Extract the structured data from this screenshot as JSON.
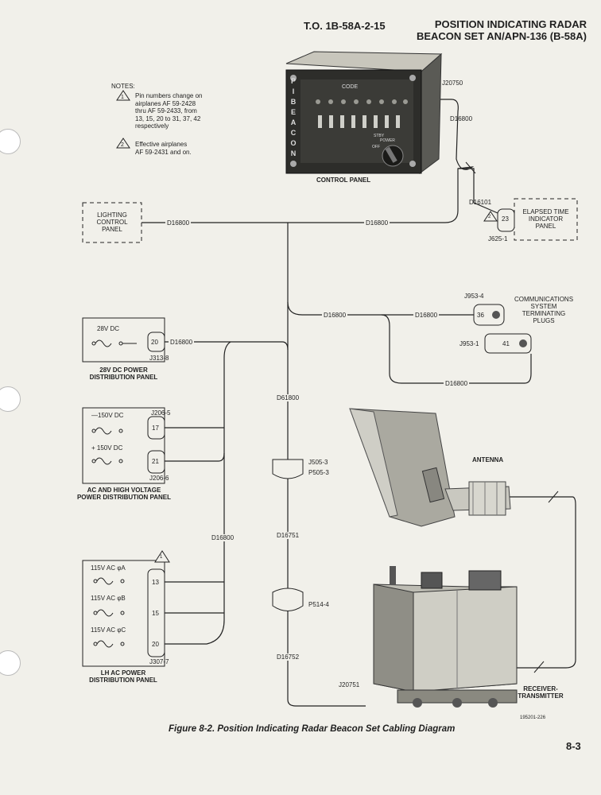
{
  "header": {
    "to_number": "T.O. 1B-58A-2-15",
    "title_line1": "POSITION INDICATING RADAR",
    "title_line2": "BEACON SET AN/APN-136 (B-58A)"
  },
  "notes": {
    "heading": "NOTES:",
    "note1_num": "1",
    "note1_lines": [
      "Pin numbers change on",
      "airplanes AF 59-2428",
      "thru AF 59-2433, from",
      "13, 15, 20 to 31, 37, 42",
      "respectively"
    ],
    "note2_num": "2",
    "note2_lines": [
      "Effective airplanes",
      "AF 59-2431 and on."
    ]
  },
  "control_panel": {
    "code_label": "CODE",
    "side_letters": [
      "P",
      "I",
      "B",
      "E",
      "A",
      "C",
      "O",
      "N"
    ],
    "caption": "CONTROL PANEL",
    "switch_labels": [
      "STBY",
      "POWER",
      "OFF"
    ]
  },
  "cables": {
    "j20750": "J20750",
    "d16800_top": "D16800",
    "d16101": "D16101",
    "d16800_main": "D16800",
    "d16800_left": "D16800",
    "d16800_mid": "D16800",
    "d16800_comm1": "D16800",
    "d16800_28v": "D16800",
    "d16800_comm2": "D16800",
    "d61800": "D61800",
    "d16800_vert": "D16800",
    "d16751": "D16751",
    "d16752": "D16752",
    "j20751": "J20751"
  },
  "lighting_panel": {
    "lines": [
      "LIGHTING",
      "CONTROL",
      "PANEL"
    ]
  },
  "elapsed_time": {
    "pin": "23",
    "note_num": "2",
    "lines": [
      "ELAPSED TIME",
      "INDICATOR",
      "PANEL"
    ],
    "connector": "J625-1"
  },
  "comm": {
    "lines": [
      "COMMUNICATIONS",
      "SYSTEM",
      "TERMINATING",
      "PLUGS"
    ],
    "j1": "J953-4",
    "pin1": "36",
    "j2": "J953-1",
    "pin2": "41"
  },
  "dc28": {
    "voltage": "28V DC",
    "pin": "20",
    "connector": "J313-8",
    "caption_lines": [
      "28V DC POWER",
      "DISTRIBUTION PANEL"
    ]
  },
  "hv": {
    "v1": "—150V DC",
    "v2": "+ 150V DC",
    "j1": "J206-5",
    "pin1": "17",
    "j2": "J206-6",
    "pin2": "21",
    "caption_lines": [
      "AC AND HIGH VOLTAGE",
      "POWER DISTRIBUTION PANEL"
    ]
  },
  "connectors": {
    "a1": "J505-3",
    "a2": "P505-3",
    "b1": "P514-4"
  },
  "lhac": {
    "note_num": "1",
    "phase_a": "115V AC φA",
    "phase_b": "115V AC φB",
    "phase_c": "115V AC φC",
    "pin_a": "13",
    "pin_b": "15",
    "pin_c": "20",
    "connector": "J307-7",
    "caption_lines": [
      "LH AC POWER",
      "DISTRIBUTION PANEL"
    ]
  },
  "antenna": {
    "label": "ANTENNA"
  },
  "receiver": {
    "lines": [
      "RECEIVER-",
      "TRANSMITTER"
    ]
  },
  "footer": {
    "ref": "195201-226",
    "caption": "Figure 8-2. Position Indicating Radar Beacon Set Cabling Diagram",
    "page": "8-3"
  }
}
